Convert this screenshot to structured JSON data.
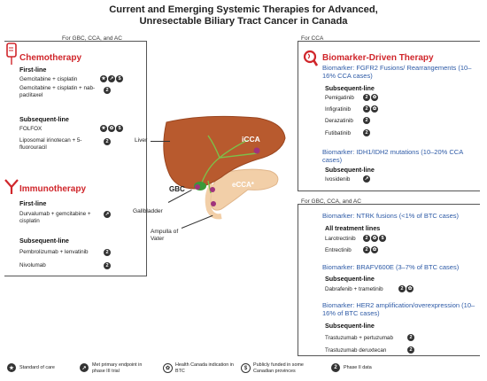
{
  "title": "Current and Emerging Systemic Therapies for Advanced, Unresectable Biliary Tract Cancer in Canada",
  "left_panel": {
    "note": "For GBC, CCA, and AC",
    "chemo": {
      "title": "Chemotherapy",
      "first_line": "First-line",
      "items": [
        "Gemcitabine + cisplatin",
        "Gemcitabine + cisplatin + nab-paclitaxel"
      ],
      "subsequent_line": "Subsequent-line",
      "sub_items": [
        "FOLFOX",
        "Liposomal irinotecan + 5-fluorouracil"
      ]
    },
    "immuno": {
      "title": "Immunotherapy",
      "first_line": "First-line",
      "items": [
        "Durvalumab + gemcitabine + cisplatin"
      ],
      "subsequent_line": "Subsequent-line",
      "sub_items": [
        "Pembrolizumab + lenvatinib",
        "Nivolumab"
      ]
    }
  },
  "right_top": {
    "note": "For CCA",
    "title": "Biomarker-Driven Therapy",
    "fgfr2": "Biomarker:  FGFR2 Fusions/ Rearrangements (10–16% CCA cases)",
    "subsequent_line": "Subsequent-line",
    "fgfr2_items": [
      "Pemigatinib",
      "Infigratinib",
      "Derazatinib",
      "Futibatinib"
    ],
    "idh": "Biomarker: IDH1/IDH2 mutations (10–20% CCA cases)",
    "idh_line": "Subsequent-line",
    "idh_items": [
      "Ivosidenib"
    ]
  },
  "right_bottom": {
    "note": "For GBC, CCA, and AC",
    "ntrk": "Biomarker: NTRK fusions (<1% of BTC cases)",
    "all_lines": "All treatment lines",
    "ntrk_items": [
      "Larotrectinib",
      "Entrectinib"
    ],
    "braf": "Biomarker: BRAFV600E (3–7% of BTC cases)",
    "braf_line": "Subsequent-line",
    "braf_items": [
      "Dabrafenib + trametinib"
    ],
    "her2": "Biomarker: HER2 amplification/overexpression (10–16% of BTC cases)",
    "her2_line": "Subsequent-line",
    "her2_items": [
      "Trastuzumab + pertuzumab",
      "Trastuzumab deruxtecan"
    ]
  },
  "anatomy": {
    "liver": "Liver",
    "icca": "iCCA",
    "gbc": "GBC",
    "ecca": "eCCA*",
    "gallbladder": "Gallbladder",
    "ampulla": "Ampulla of Vater"
  },
  "badges": {
    "two": "2"
  },
  "legend": [
    {
      "icon": "star-icon",
      "text": "Standard of care"
    },
    {
      "icon": "chart-icon",
      "text": "Met primary endpoint in phase III trial"
    },
    {
      "icon": "maple-leaf-icon",
      "text": "Health Canada indication in BTC"
    },
    {
      "icon": "dollar-icon",
      "text": "Publicly funded in some Canadian provinces"
    },
    {
      "icon": "phase2-icon",
      "text": "Phase II data"
    }
  ],
  "legend_dollar": "$",
  "colors": {
    "red": "#d0262b",
    "blue": "#2d5aa6",
    "liver": "#b85a2e"
  }
}
